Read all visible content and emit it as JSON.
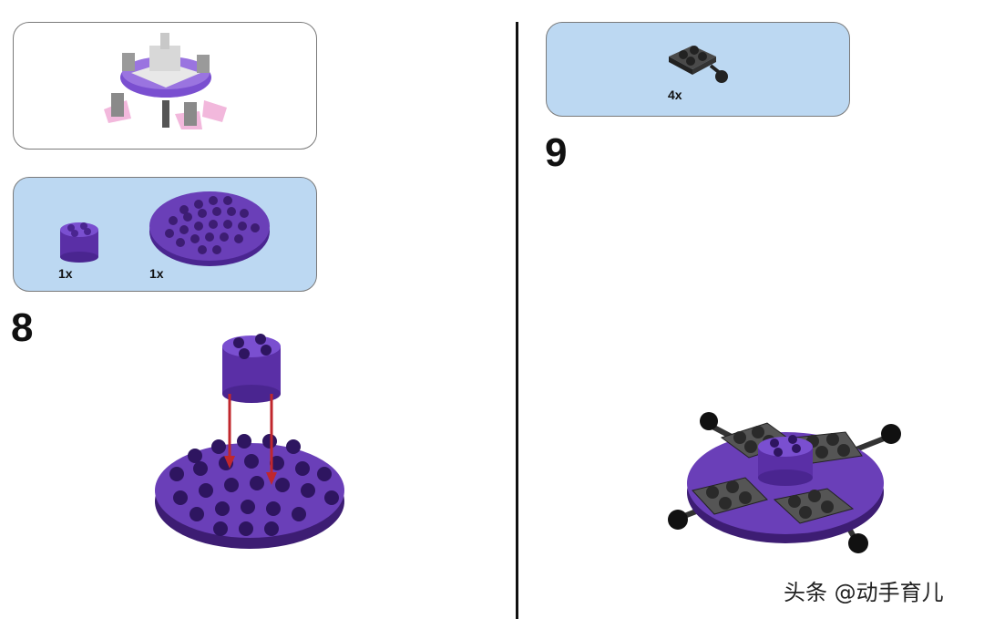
{
  "left_page": {
    "step_number": "8",
    "parts": [
      {
        "qty": "1x",
        "part": "round-brick-2x2-purple"
      },
      {
        "qty": "1x",
        "part": "round-plate-6x6-purple"
      }
    ]
  },
  "right_page": {
    "step_number": "9",
    "parts": [
      {
        "qty": "4x",
        "part": "plate-2x2-with-pin-black"
      }
    ]
  },
  "watermark": "头条 @动手育儿",
  "colors": {
    "parts_box": "#bcd8f2",
    "purple": "#6a3fb8",
    "purple_dark": "#3d1d73",
    "black_part": "#3a3a3a",
    "arrow": "#c0272d"
  }
}
